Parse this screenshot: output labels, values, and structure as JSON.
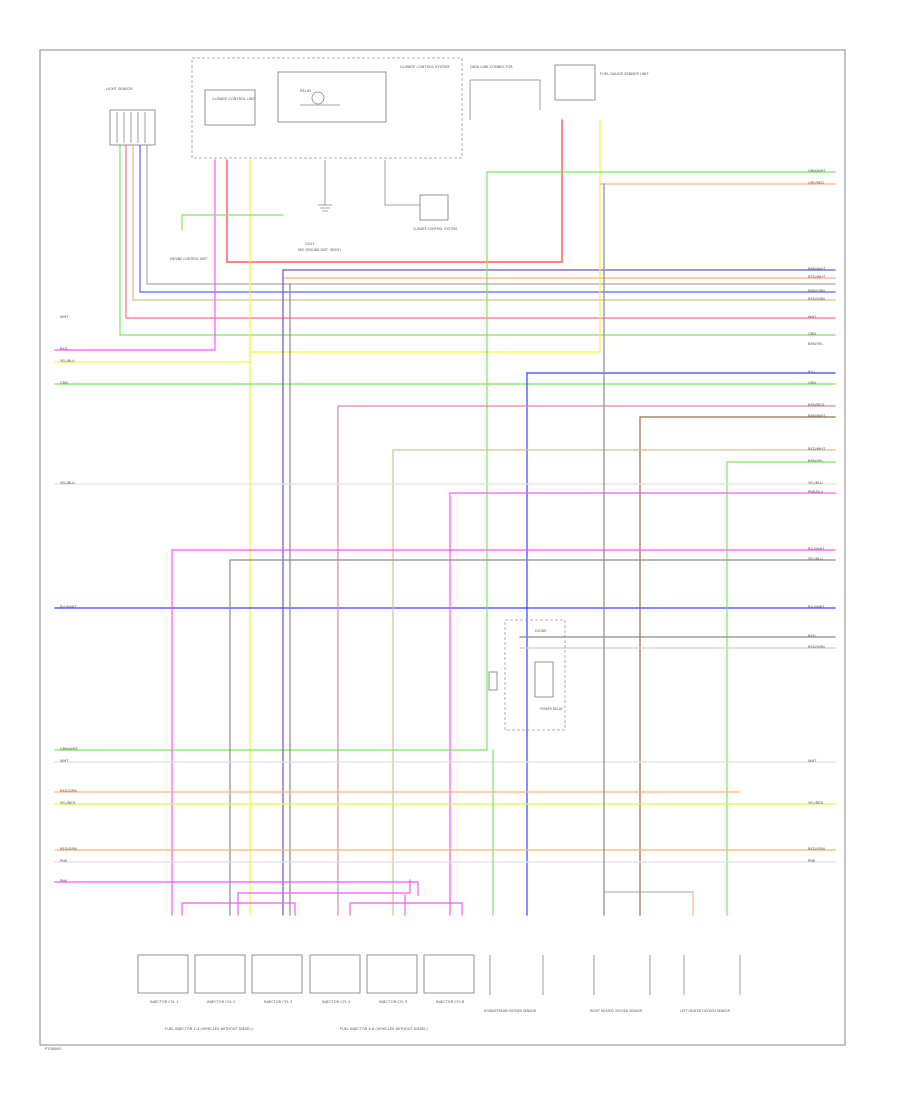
{
  "diagram": {
    "footer_code": "PT08060",
    "components": {
      "left_connector": "LIGHT SENSOR",
      "control_module": "CLIMATE CONTROL UNIT",
      "relay_box": "RELAY",
      "ground_top": "G101",
      "ground_top_label": "SEE GROUND DIST. (BODY)",
      "climate_note": "CLIMATE CONTROL SYSTEM",
      "connector_mid": "CLIMATE CONTROL SYSTEM",
      "distribution_label": "ENGINE CONTROL UNIT",
      "diagnostic_label": "DATA LINK CONNECTOR",
      "fuse_panel_label": "FUEL GAUGE SENDER UNIT",
      "diode_label": "DIODE",
      "relay_mid": "POWER RELAY",
      "injector_group_right": "FUEL INJECTOR 1-3 (VEHICLES WITHOUT DIESEL)",
      "injector_group_left": "FUEL INJECTOR 4-6 (VEHICLES WITHOUT DIESEL)",
      "sensor_1": "DOWNSTREAM OXYGEN SENSOR",
      "sensor_2": "RIGHT HEATED OXYGEN SENSOR",
      "sensor_3": "LEFT HEATED OXYGEN SENSOR"
    },
    "injectors": [
      "INJECTOR CYL 1",
      "INJECTOR CYL 2",
      "INJECTOR CYL 3",
      "INJECTOR CYL 4",
      "INJECTOR CYL 5",
      "INJECTOR CYL 6"
    ],
    "left_labels": [
      "WHT",
      "RED",
      "YEL/BLU",
      "GRN",
      "YEL/BLU",
      "BLU/WHT",
      "GRN/WHT",
      "WHT",
      "RED/GRN",
      "YEL/RED",
      "RED/GRN",
      "PNK",
      "PNK"
    ],
    "right_labels": [
      "GRN/WHT",
      "GRY/RED",
      "BRN/WHT",
      "RED/WHT",
      "BRN/GRN",
      "RED/GRN",
      "WHT",
      "GRN",
      "BRN/YEL",
      "BLU",
      "GRN",
      "BRN/RED",
      "BRN/WHT",
      "RED/WHT",
      "BRN/YEL",
      "YEL/BLU",
      "PNK/BLU",
      "BLU/WHT",
      "YEL/BLU",
      "BLU/WHT",
      "RED",
      "RED/GRN",
      "WHT",
      "YEL/RED",
      "RED/GRN",
      "PNK"
    ],
    "wire_colors": {
      "red": "#ff3b3b",
      "yellow": "#f5f542",
      "green": "#7ae85c",
      "blue": "#3344ff",
      "magenta": "#ff55ff",
      "orange": "#ffb27a",
      "purple": "#7a4fb0",
      "gray": "#8a8a8a",
      "brown": "#9a6a4a",
      "tan": "#d8c088",
      "lightgray": "#cfcfcf",
      "pinkred": "#ff6f8f"
    }
  }
}
